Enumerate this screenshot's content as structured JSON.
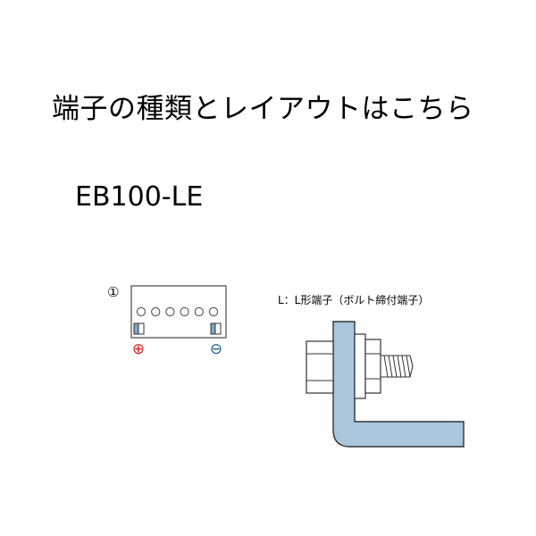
{
  "heading": "端子の種類とレイアウトはこちら",
  "model": "EB100-LE",
  "layout": {
    "number": "①",
    "positive_symbol": "⊕",
    "negative_symbol": "⊖",
    "positive_color": "#d02020",
    "negative_color": "#1f5f9a",
    "cap_count": 6
  },
  "terminal": {
    "label": "L：L形端子（ボルト締付端子）",
    "plate_color": "#a9c6dd",
    "outline_color": "#333333"
  }
}
